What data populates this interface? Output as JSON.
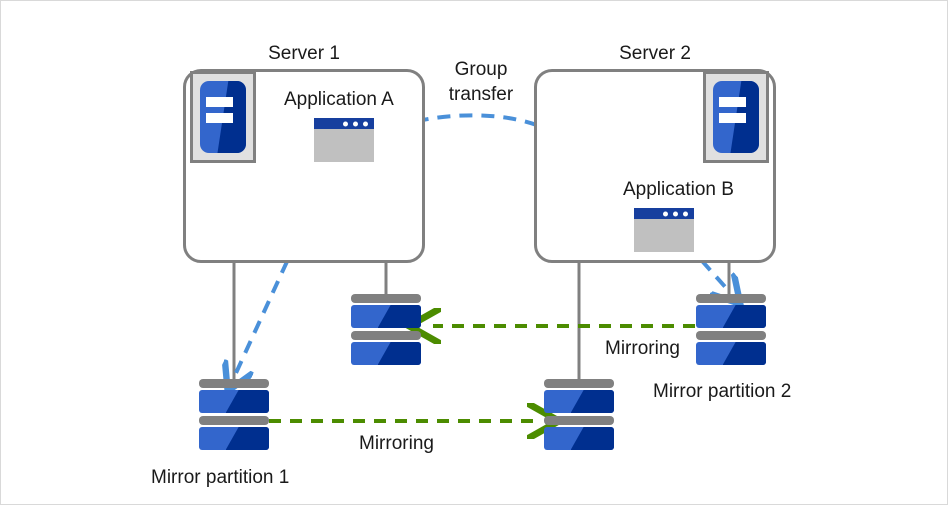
{
  "diagram": {
    "title": "Mirror disk configuration with group transfer",
    "colors": {
      "server_outline": "#808080",
      "icon_blue_light": "#3366CC",
      "icon_blue_dark": "#002F8F",
      "app_titlebar": "#173F9E",
      "app_body": "#C0C0C0",
      "disk_bar_gray": "#808080",
      "mirroring_green": "#4C8C00",
      "transfer_blue": "#4A90D9",
      "connector_gray": "#808080",
      "frame_border": "#D9D9D9",
      "text": "#1A1A1A"
    },
    "servers": [
      {
        "id": "server-1",
        "label": "Server 1",
        "application": "Application  A",
        "server_icon_position": "top-left"
      },
      {
        "id": "server-2",
        "label": "Server 2",
        "application": "Application  B",
        "server_icon_position": "top-right"
      }
    ],
    "disks": [
      {
        "id": "mirror-partition-1",
        "label": "Mirror partition 1",
        "owner": "server-1",
        "position": "lower-left"
      },
      {
        "id": "disk-server1-right",
        "label": "",
        "owner": "server-1",
        "position": "upper-middle-left"
      },
      {
        "id": "disk-server2-left",
        "label": "",
        "owner": "server-2",
        "position": "lower-middle-right"
      },
      {
        "id": "mirror-partition-2",
        "label": "Mirror partition 2",
        "owner": "server-2",
        "position": "upper-right"
      }
    ],
    "arrows": [
      {
        "id": "group-transfer",
        "label": "Group transfer",
        "style": "dashed-curved",
        "color": "#4A90D9",
        "from": "server-2",
        "to": "server-1",
        "direction": "right-to-left"
      },
      {
        "id": "mirroring-upper",
        "label": "Mirroring",
        "style": "dashed-straight",
        "color": "#4C8C00",
        "from": "mirror-partition-2",
        "to": "disk-server1-right",
        "direction": "right-to-left"
      },
      {
        "id": "mirroring-lower",
        "label": "Mirroring",
        "style": "dashed-straight",
        "color": "#4C8C00",
        "from": "mirror-partition-1",
        "to": "disk-server2-left",
        "direction": "left-to-right"
      },
      {
        "id": "app-a-to-partition-1",
        "label": "",
        "style": "dashed-straight",
        "color": "#4A90D9",
        "from": "Application  A",
        "to": "mirror-partition-1",
        "direction": "down-left"
      },
      {
        "id": "app-b-to-partition-2",
        "label": "",
        "style": "dashed-straight",
        "color": "#4A90D9",
        "from": "Application  B",
        "to": "mirror-partition-2",
        "direction": "down-right"
      }
    ],
    "labels": {
      "server1": "Server 1",
      "server2": "Server 2",
      "application_a": "Application  A",
      "application_b": "Application  B",
      "group_transfer_line1": "Group",
      "group_transfer_line2": "transfer",
      "mirroring_upper": "Mirroring",
      "mirroring_lower": "Mirroring",
      "mirror_partition_1": "Mirror partition 1",
      "mirror_partition_2": "Mirror partition 2"
    }
  }
}
